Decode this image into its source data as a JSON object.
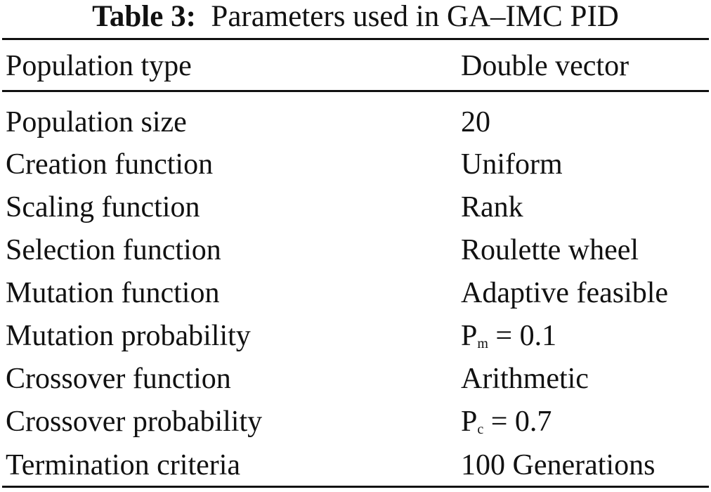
{
  "caption": {
    "label": "Table 3:",
    "text": "Parameters used in GA–IMC PID"
  },
  "table": {
    "headers": [
      "Population type",
      "Double vector"
    ],
    "rows": [
      {
        "param": "Population size",
        "value": "20"
      },
      {
        "param": "Creation function",
        "value": "Uniform"
      },
      {
        "param": "Scaling function",
        "value": "Rank"
      },
      {
        "param": "Selection function",
        "value": "Roulette wheel"
      },
      {
        "param": "Mutation function",
        "value": "Adaptive feasible"
      },
      {
        "param": "Mutation probability",
        "value_main": "P",
        "value_sub": "m",
        "value_rest": " = 0.1"
      },
      {
        "param": "Crossover function",
        "value": "Arithmetic"
      },
      {
        "param": "Crossover probability",
        "value_main": "P",
        "value_sub": "c",
        "value_rest": " = 0.7"
      },
      {
        "param": "Termination criteria",
        "value": "100 Generations"
      }
    ]
  }
}
